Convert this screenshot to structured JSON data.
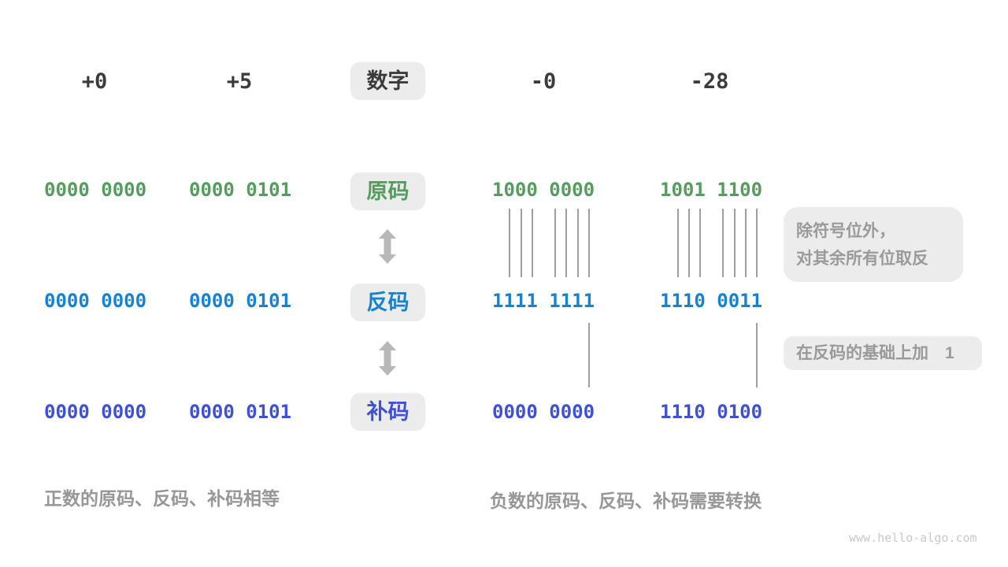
{
  "palette": {
    "ink": "#3b3b3b",
    "green": "#579c5f",
    "blue": "#1583d2",
    "indigo": "#3e50d3",
    "chip-bg": "#ececec",
    "note-text": "#9a9a9a",
    "caption-text": "#979797",
    "tick-line": "#9f9f9f",
    "arrow": "#b8b8b8",
    "watermark-text": "#c9c9c9"
  },
  "header": {
    "label": "数字",
    "values": [
      "+0",
      "+5",
      "-0",
      "-28"
    ]
  },
  "rows": [
    {
      "label": "原码",
      "values": [
        "0000 0000",
        "0000 0101",
        "1000 0000",
        "1001 1100"
      ]
    },
    {
      "label": "反码",
      "values": [
        "0000 0000",
        "0000 0101",
        "1111 1111",
        "1110 0011"
      ]
    },
    {
      "label": "补码",
      "values": [
        "0000 0000",
        "0000 0101",
        "0000 0000",
        "1110 0100"
      ]
    }
  ],
  "notes": {
    "invert": {
      "lines": [
        "除符号位外，",
        "对其余所有位取反"
      ]
    },
    "add_one": "在反码的基础上加　1"
  },
  "captions": {
    "positive": "正数的原码、反码、补码相等",
    "negative": "负数的原码、反码、补码需要转换"
  },
  "watermark": "www.hello-algo.com"
}
